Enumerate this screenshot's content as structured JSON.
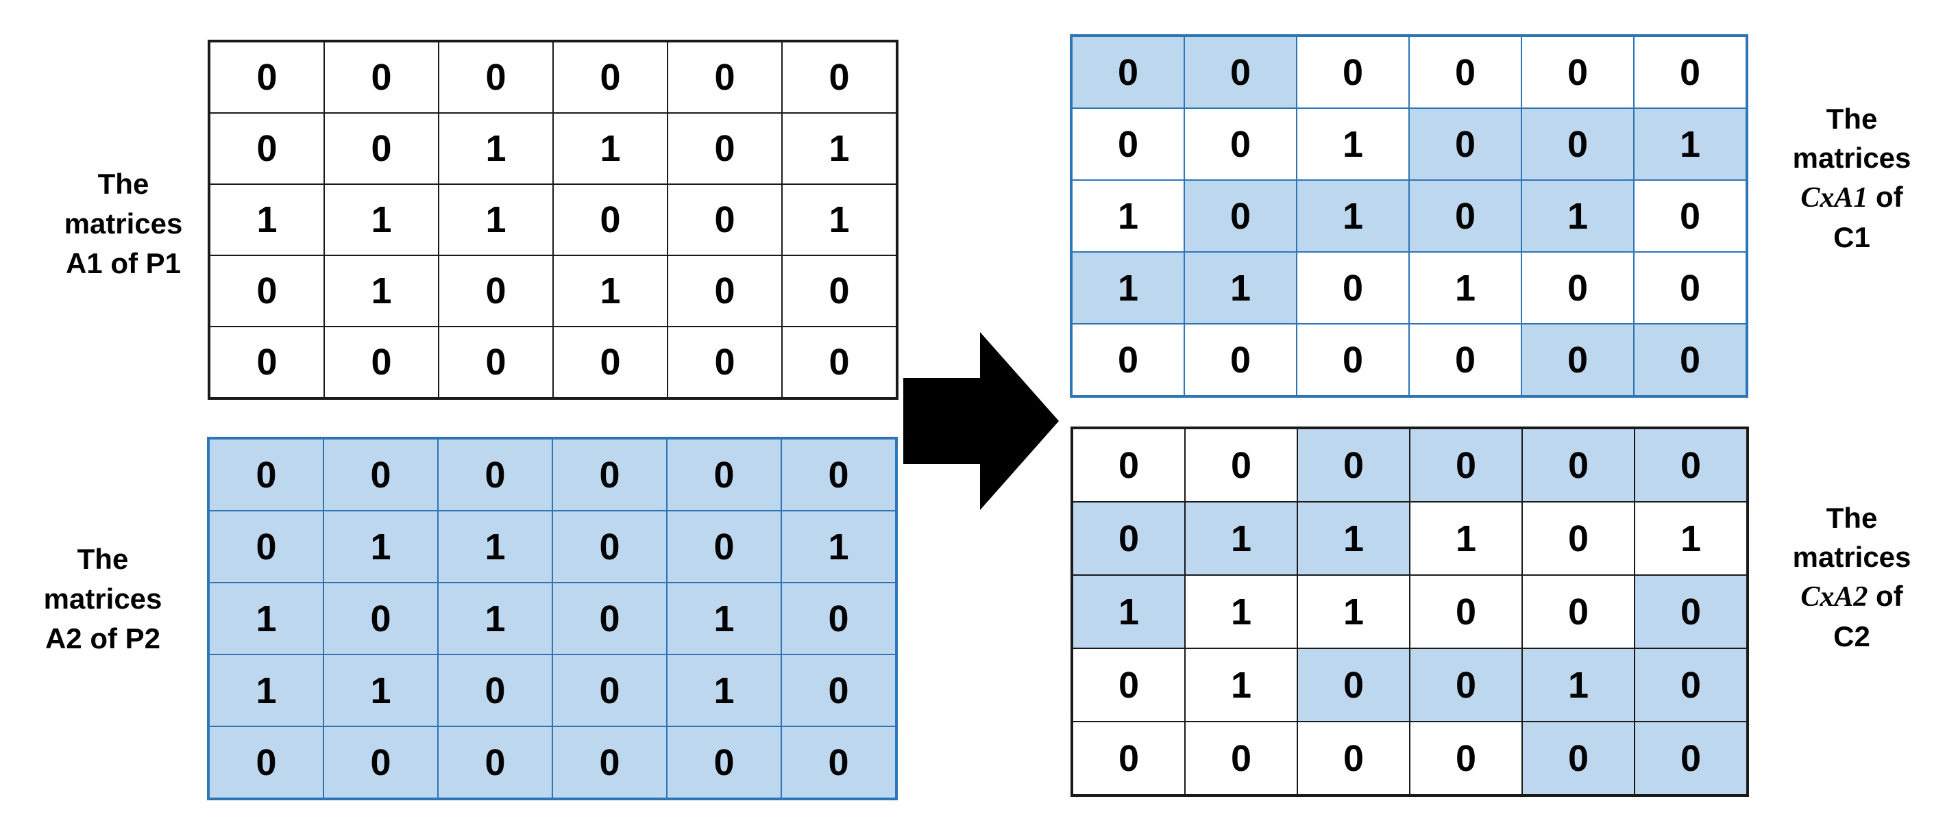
{
  "colors": {
    "highlight_fill": "#BDD7EE",
    "blue_border": "#2E75B6",
    "black_border": "#1A1A1A",
    "arrow_fill": "#000000",
    "text": "#000000",
    "background": "#FFFFFF"
  },
  "arrow": {
    "icon": "crossover-arrow-icon",
    "direction": "right"
  },
  "matrices": [
    {
      "id": "a1-of-p1",
      "label_lines": [
        [
          {
            "t": "The"
          }
        ],
        [
          {
            "t": "matrices"
          }
        ],
        [
          {
            "t": "A1 of P1"
          }
        ]
      ],
      "border": "black",
      "rows": [
        {
          "values": [
            0,
            0,
            0,
            0,
            0,
            0
          ],
          "blue": [
            0,
            0,
            0,
            0,
            0,
            0
          ]
        },
        {
          "values": [
            0,
            0,
            1,
            1,
            0,
            1
          ],
          "blue": [
            0,
            0,
            0,
            0,
            0,
            0
          ]
        },
        {
          "values": [
            1,
            1,
            1,
            0,
            0,
            1
          ],
          "blue": [
            0,
            0,
            0,
            0,
            0,
            0
          ]
        },
        {
          "values": [
            0,
            1,
            0,
            1,
            0,
            0
          ],
          "blue": [
            0,
            0,
            0,
            0,
            0,
            0
          ]
        },
        {
          "values": [
            0,
            0,
            0,
            0,
            0,
            0
          ],
          "blue": [
            0,
            0,
            0,
            0,
            0,
            0
          ]
        }
      ]
    },
    {
      "id": "a2-of-p2",
      "label_lines": [
        [
          {
            "t": "The"
          }
        ],
        [
          {
            "t": "matrices"
          }
        ],
        [
          {
            "t": "A2 of P2"
          }
        ]
      ],
      "border": "blue",
      "rows": [
        {
          "values": [
            0,
            0,
            0,
            0,
            0,
            0
          ],
          "blue": [
            1,
            1,
            1,
            1,
            1,
            1
          ]
        },
        {
          "values": [
            0,
            1,
            1,
            0,
            0,
            1
          ],
          "blue": [
            1,
            1,
            1,
            1,
            1,
            1
          ]
        },
        {
          "values": [
            1,
            0,
            1,
            0,
            1,
            0
          ],
          "blue": [
            1,
            1,
            1,
            1,
            1,
            1
          ]
        },
        {
          "values": [
            1,
            1,
            0,
            0,
            1,
            0
          ],
          "blue": [
            1,
            1,
            1,
            1,
            1,
            1
          ]
        },
        {
          "values": [
            0,
            0,
            0,
            0,
            0,
            0
          ],
          "blue": [
            1,
            1,
            1,
            1,
            1,
            1
          ]
        }
      ]
    },
    {
      "id": "cxa1-of-c1",
      "label_lines": [
        [
          {
            "t": "The"
          }
        ],
        [
          {
            "t": "matrices"
          }
        ],
        [
          {
            "t": "CxA1",
            "math": true
          },
          {
            "t": " of"
          }
        ],
        [
          {
            "t": "C1"
          }
        ]
      ],
      "border": "blue",
      "rows": [
        {
          "values": [
            0,
            0,
            0,
            0,
            0,
            0
          ],
          "blue": [
            1,
            1,
            0,
            0,
            0,
            0
          ]
        },
        {
          "values": [
            0,
            0,
            1,
            0,
            0,
            1
          ],
          "blue": [
            0,
            0,
            0,
            1,
            1,
            1
          ]
        },
        {
          "values": [
            1,
            0,
            1,
            0,
            1,
            0
          ],
          "blue": [
            0,
            1,
            1,
            1,
            1,
            0
          ]
        },
        {
          "values": [
            1,
            1,
            0,
            1,
            0,
            0
          ],
          "blue": [
            1,
            1,
            0,
            0,
            0,
            0
          ]
        },
        {
          "values": [
            0,
            0,
            0,
            0,
            0,
            0
          ],
          "blue": [
            0,
            0,
            0,
            0,
            1,
            1
          ]
        }
      ]
    },
    {
      "id": "cxa2-of-c2",
      "label_lines": [
        [
          {
            "t": "The"
          }
        ],
        [
          {
            "t": "matrices"
          }
        ],
        [
          {
            "t": "CxA2",
            "math": true
          },
          {
            "t": " of"
          }
        ],
        [
          {
            "t": "C2"
          }
        ]
      ],
      "border": "black",
      "rows": [
        {
          "values": [
            0,
            0,
            0,
            0,
            0,
            0
          ],
          "blue": [
            0,
            0,
            1,
            1,
            1,
            1
          ]
        },
        {
          "values": [
            0,
            1,
            1,
            1,
            0,
            1
          ],
          "blue": [
            1,
            1,
            1,
            0,
            0,
            0
          ]
        },
        {
          "values": [
            1,
            1,
            1,
            0,
            0,
            0
          ],
          "blue": [
            1,
            0,
            0,
            0,
            0,
            1
          ]
        },
        {
          "values": [
            0,
            1,
            0,
            0,
            1,
            0
          ],
          "blue": [
            0,
            0,
            1,
            1,
            1,
            1
          ]
        },
        {
          "values": [
            0,
            0,
            0,
            0,
            0,
            0
          ],
          "blue": [
            0,
            0,
            0,
            0,
            1,
            1
          ]
        }
      ]
    }
  ]
}
